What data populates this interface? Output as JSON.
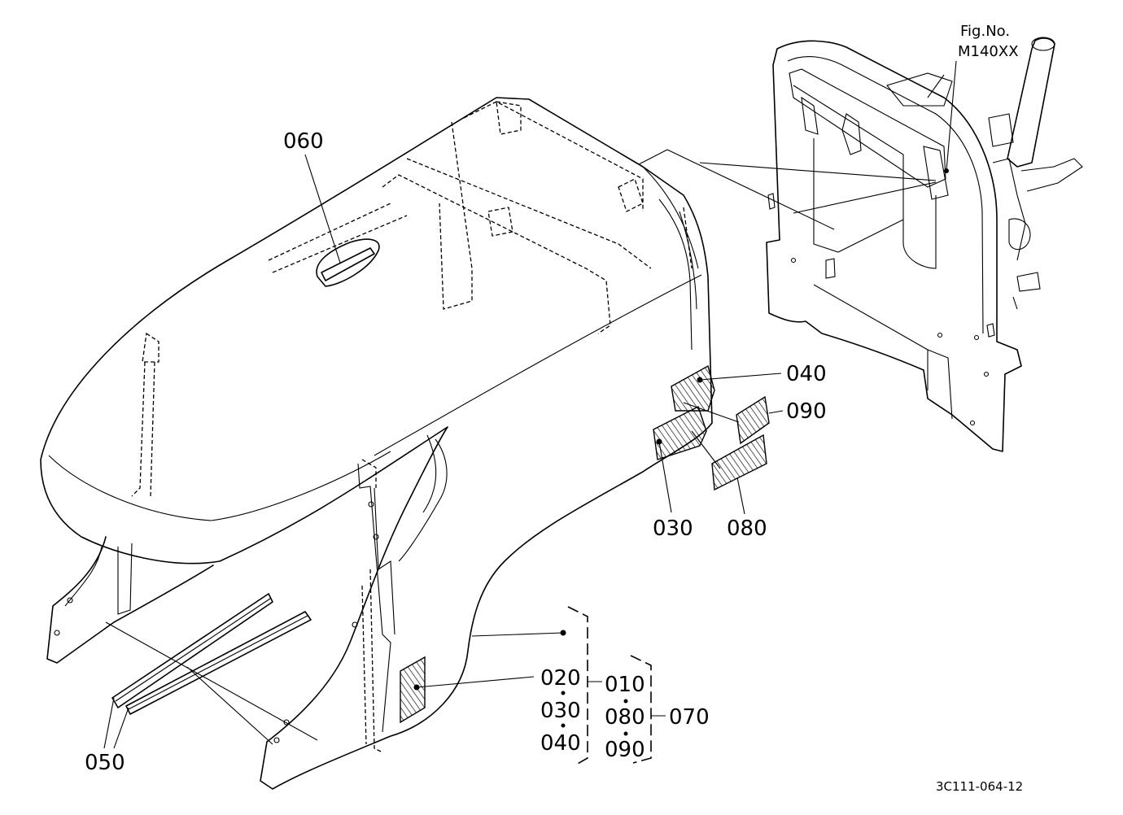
{
  "figure": {
    "fig_label": "Fig.No.",
    "fig_number": "M140XX",
    "drawing_code": "3C111-064-12"
  },
  "callouts": {
    "p060": "060",
    "p040": "040",
    "p090": "090",
    "p030": "030",
    "p080": "080",
    "p050": "050"
  },
  "assembly": {
    "group_a": [
      "020",
      "030",
      "040"
    ],
    "group_b": [
      "010",
      "080",
      "090"
    ],
    "parent": "070"
  }
}
